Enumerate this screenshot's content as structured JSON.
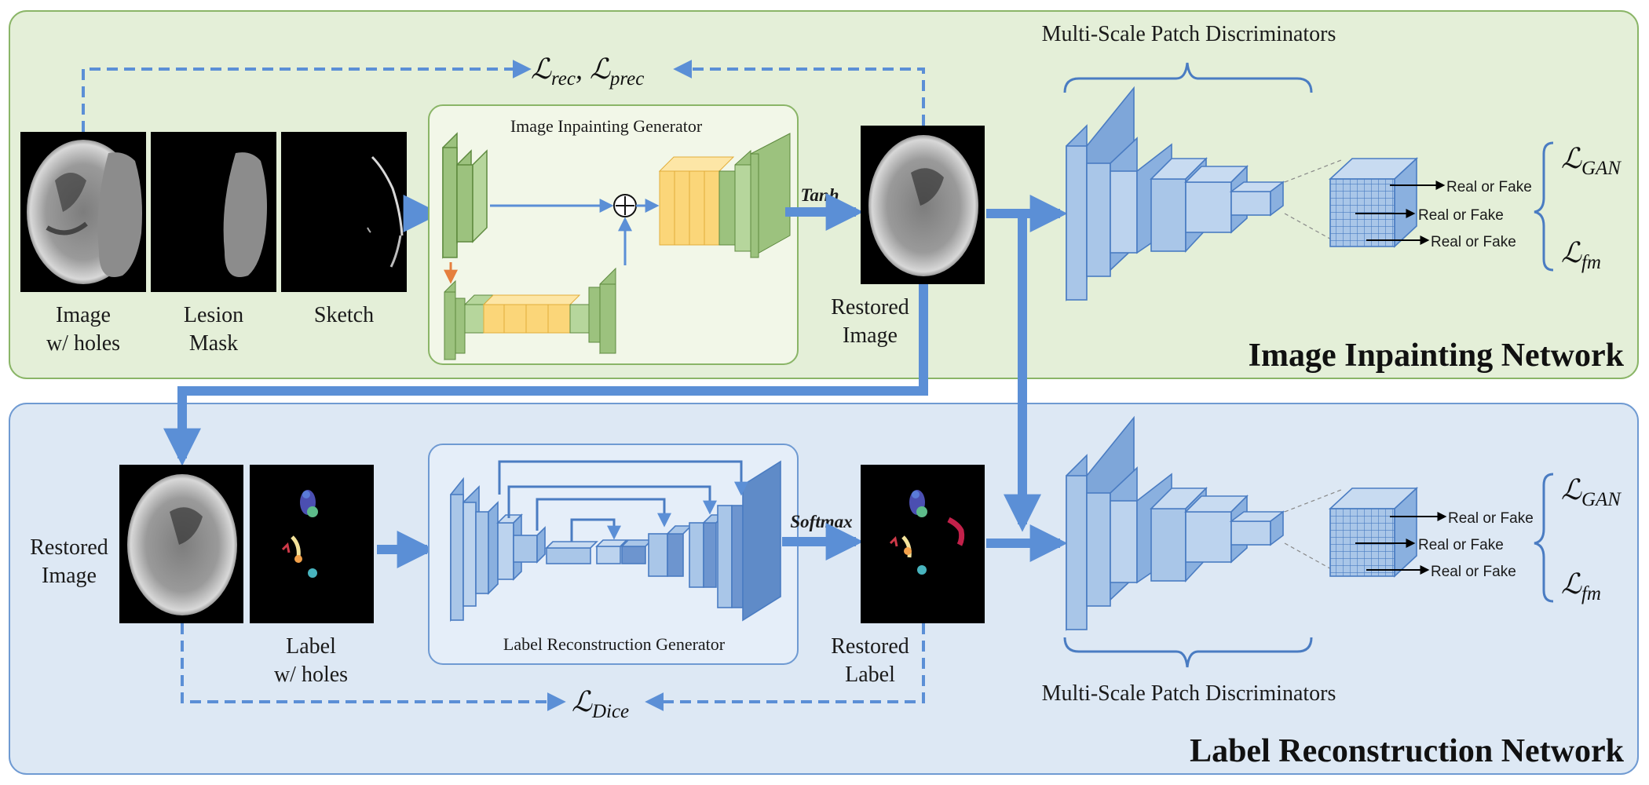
{
  "colors": {
    "top_panel_bg": "#e4efd8",
    "top_panel_border": "#8ab567",
    "bottom_panel_bg": "#dde8f4",
    "bottom_panel_border": "#6f9ad2",
    "arrow_blue": "#5b8fd6",
    "green_block": "#9cc27e",
    "yellow_block": "#fbd679",
    "blue_block": "#a9c6e8"
  },
  "inpainting": {
    "title": "Image Inpainting Network",
    "inputs": [
      {
        "line1": "Image",
        "line2": "w/ holes"
      },
      {
        "line1": "Lesion",
        "line2": "Mask"
      },
      {
        "line1": "Sketch",
        "line2": ""
      }
    ],
    "generator_label": "Image Inpainting Generator",
    "activation": "Tanh",
    "output": {
      "line1": "Restored",
      "line2": "Image"
    },
    "discriminators_label": "Multi-Scale Patch Discriminators",
    "loss_top": {
      "base": "ℒ",
      "sub1": "rec",
      "sep": ", ",
      "sub2": "prec"
    },
    "loss_gan": {
      "base": "ℒ",
      "sub": "GAN"
    },
    "loss_fm": {
      "base": "ℒ",
      "sub": "fm"
    },
    "patch_outputs": [
      "Real or Fake",
      "Real or Fake",
      "Real or Fake"
    ]
  },
  "reconstruction": {
    "title": "Label Reconstruction Network",
    "inputs": [
      {
        "line1": "Restored",
        "line2": "Image"
      },
      {
        "line1": "Label",
        "line2": "w/ holes"
      }
    ],
    "generator_label": "Label Reconstruction Generator",
    "activation": "Softmax",
    "output": {
      "line1": "Restored",
      "line2": "Label"
    },
    "discriminators_label": "Multi-Scale Patch Discriminators",
    "loss_bottom": {
      "base": "ℒ",
      "sub": "Dice"
    },
    "loss_gan": {
      "base": "ℒ",
      "sub": "GAN"
    },
    "loss_fm": {
      "base": "ℒ",
      "sub": "fm"
    },
    "patch_outputs": [
      "Real or Fake",
      "Real or Fake",
      "Real or Fake"
    ]
  },
  "icons": [
    "plus-circle-icon",
    "brain-mri-image",
    "label-map-image"
  ]
}
